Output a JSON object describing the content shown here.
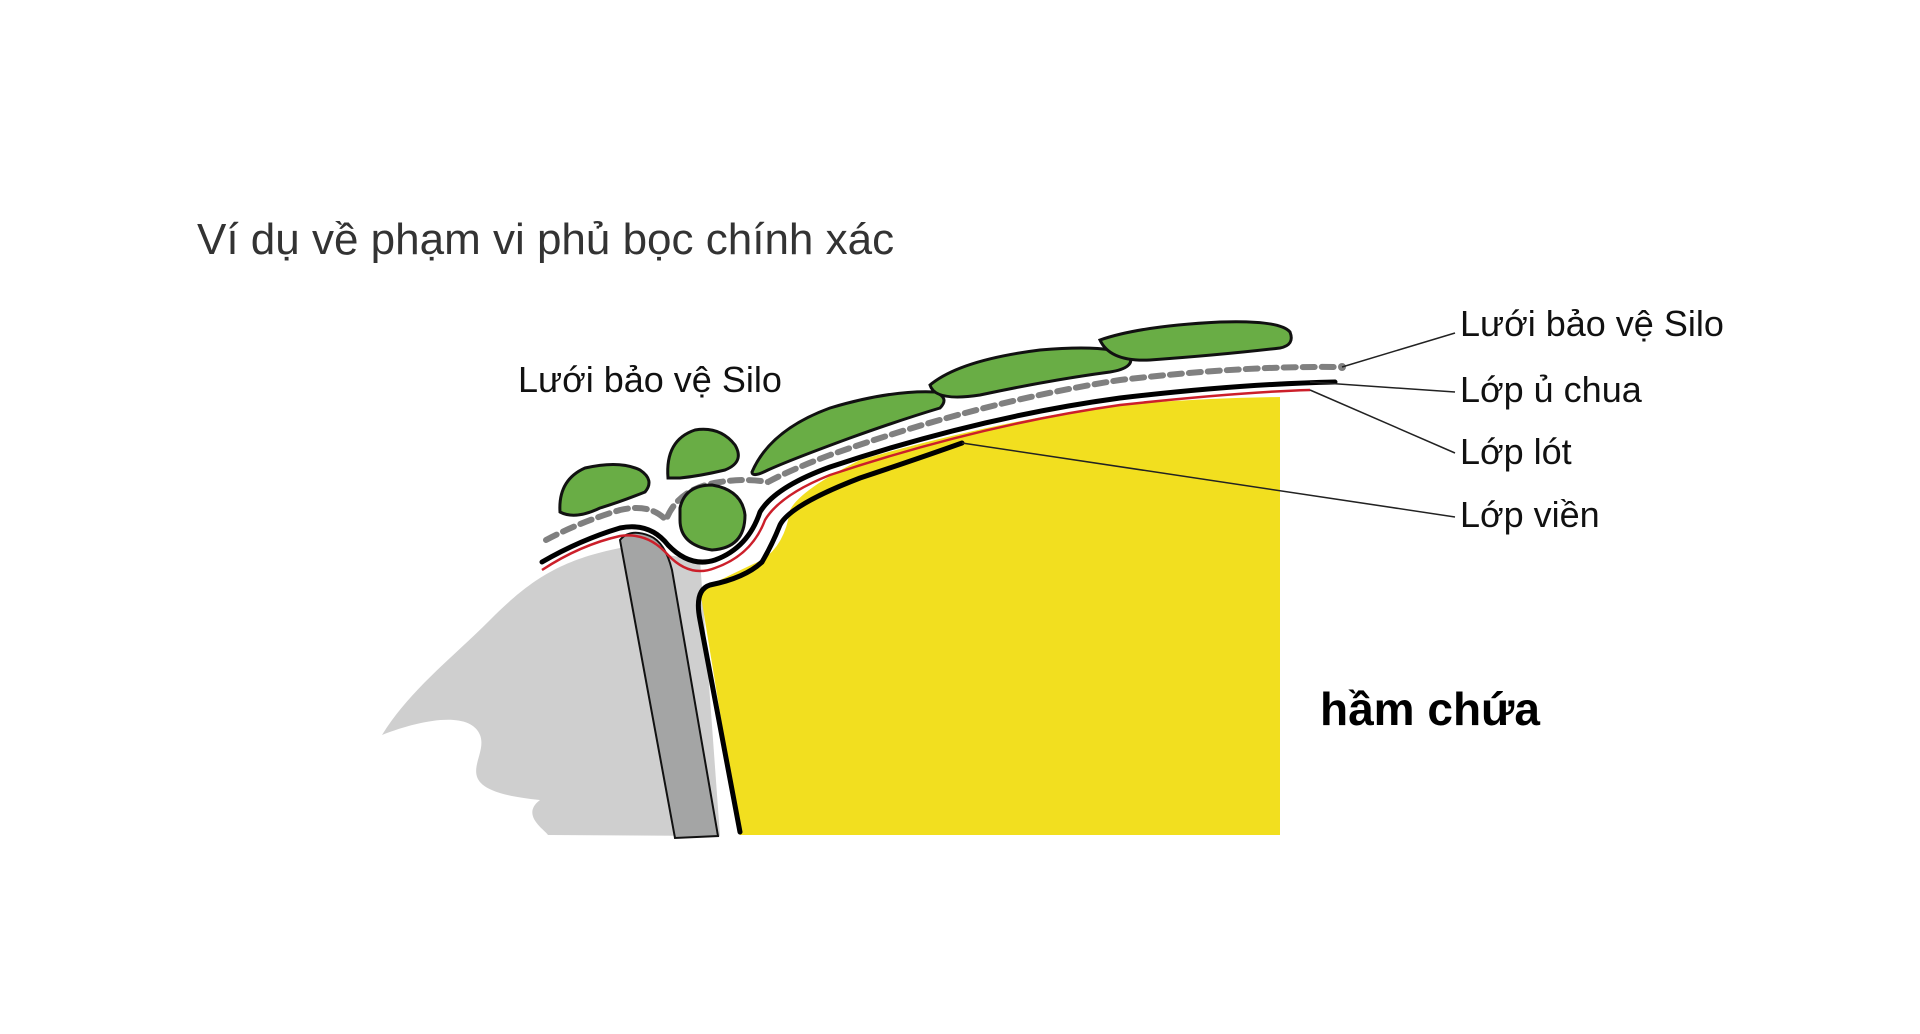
{
  "title": "Ví dụ về phạm vi phủ bọc chính xác",
  "labels": {
    "silo_net_left": "Lưới bảo vệ Silo",
    "silo_net_right": "Lưới bảo vệ Silo",
    "silage_film": "Lớp ủ chua",
    "lining_film": "Lớp lót",
    "edge_film": "Lớp viền",
    "silo": "hầm chứa"
  },
  "colors": {
    "silage": "#f2df1f",
    "ground": "#cfcfcf",
    "wall": "#a4a5a5",
    "weights": "#69ad45",
    "net": "#808080",
    "lining": "#cc1f2a",
    "film": "#000000"
  }
}
